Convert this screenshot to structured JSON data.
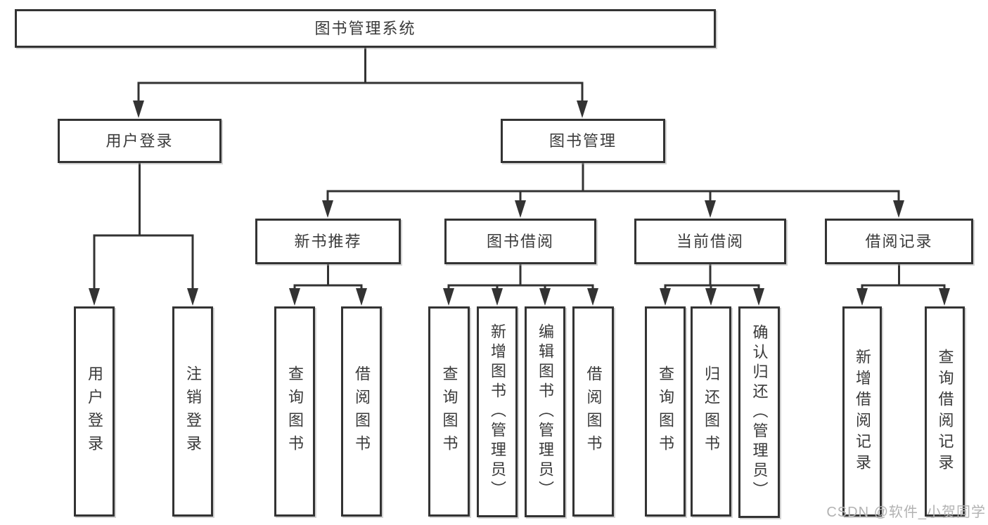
{
  "diagram_title": "图书管理系统",
  "colors": {
    "line": "#333333",
    "border": "#333333",
    "text": "#3a3a3a",
    "background": "#ffffff",
    "watermark": "#b2b2b2"
  },
  "nodes": {
    "root": {
      "label": "图书管理系统"
    },
    "user_login": {
      "label": "用户登录"
    },
    "book_mgmt": {
      "label": "图书管理"
    },
    "new_book_rec": {
      "label": "新书推荐"
    },
    "book_borrow": {
      "label": "图书借阅"
    },
    "current_borrow": {
      "label": "当前借阅"
    },
    "borrow_records": {
      "label": "借阅记录"
    },
    "leaves": {
      "user_login": {
        "label": "用户登录"
      },
      "logout": {
        "label": "注销登录"
      },
      "query_book_rec": {
        "label": "查询图书"
      },
      "borrow_book_rec": {
        "label": "借阅图书"
      },
      "query_book_borrow": {
        "label": "查询图书"
      },
      "add_book": {
        "label": "新增图书（管理员）"
      },
      "edit_book": {
        "label": "编辑图书（管理员）"
      },
      "borrow_book": {
        "label": "借阅图书"
      },
      "query_book_current": {
        "label": "查询图书"
      },
      "return_book": {
        "label": "归还图书"
      },
      "confirm_return": {
        "label": "确认归还（管理员）"
      },
      "add_record": {
        "label": "新增借阅记录"
      },
      "query_record": {
        "label": "查询借阅记录"
      }
    }
  },
  "hierarchy": {
    "图书管理系统": {
      "用户登录": [
        "用户登录",
        "注销登录"
      ],
      "图书管理": {
        "新书推荐": [
          "查询图书",
          "借阅图书"
        ],
        "图书借阅": [
          "查询图书",
          "新增图书（管理员）",
          "编辑图书（管理员）",
          "借阅图书"
        ],
        "当前借阅": [
          "查询图书",
          "归还图书",
          "确认归还（管理员）"
        ],
        "借阅记录": [
          "新增借阅记录",
          "查询借阅记录"
        ]
      }
    }
  },
  "watermark": {
    "text": "CSDN @软件_小贺同学"
  }
}
